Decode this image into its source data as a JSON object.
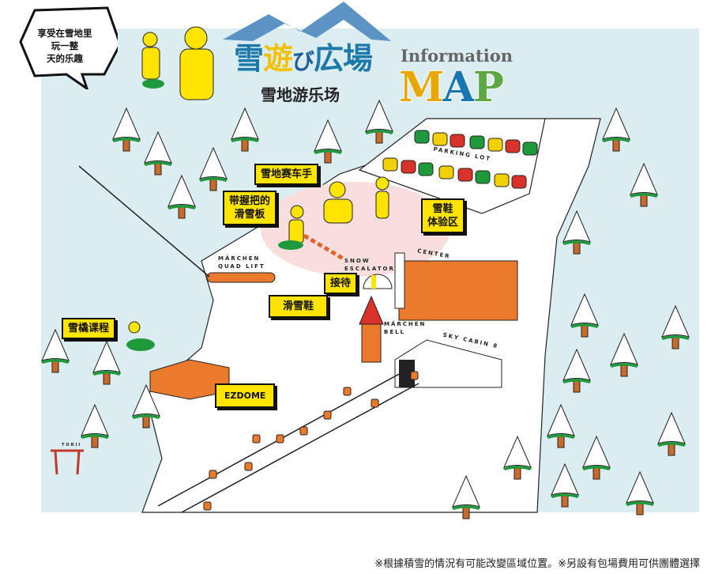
{
  "bubble": {
    "line1": "享受在雪地里",
    "line2": "玩一整",
    "line3": "天的乐趣"
  },
  "logo": {
    "jp_part1": "雪",
    "jp_part2": "遊",
    "jp_part3": "び",
    "jp_part4": "広場",
    "cn": "雪地游乐场"
  },
  "info": {
    "title": "Information",
    "map_letters": [
      "M",
      "A",
      "P"
    ]
  },
  "labels": {
    "snow_racer": "雪地赛车手",
    "handle_board_1": "带握把的",
    "handle_board_2": "滑雪板",
    "snowshoe_1": "雪鞋",
    "snowshoe_2": "体验区",
    "ski_shoes": "滑雪鞋",
    "reception": "接待",
    "sled_course": "雪橇课程",
    "ezdome": "EZDOME"
  },
  "places": {
    "parking": "PARKING LOT",
    "quad_lift_1": "MÄRCHEN",
    "quad_lift_2": "QUAD LIFT",
    "escalator_1": "SNOW",
    "escalator_2": "ESCALATOR",
    "center": "CENTER",
    "bell_1": "MÄRCHEN",
    "bell_2": "BELL",
    "sky_cabin": "SKY CABIN 8",
    "torii": "TORII"
  },
  "footnote": "※根據積雪的情況有可能改變區域位置。※另設有包場費用可供團體選擇",
  "colors": {
    "sky": "#dcedf2",
    "pink": "#f9dede",
    "label": "#ffe400",
    "building": "#ec7a2c",
    "tree_green": "#1e9a3c",
    "mountain": "#5a93c4"
  }
}
